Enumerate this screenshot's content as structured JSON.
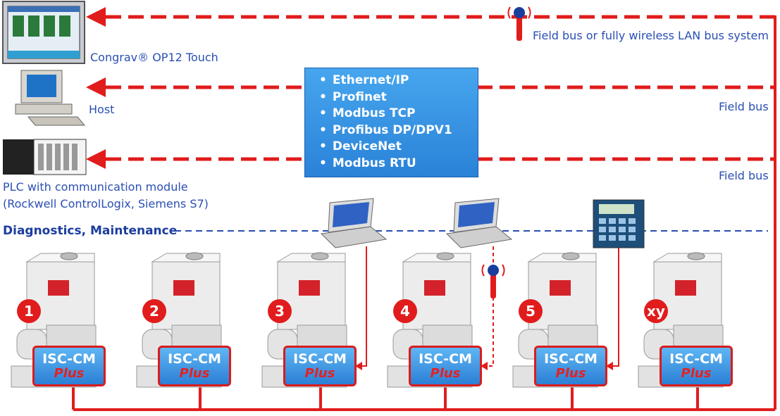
{
  "labels": {
    "op12": "Congrav® OP12 Touch",
    "host": "Host",
    "plc_line1": "PLC with communication module",
    "plc_line2": "(Rockwell ControlLogix, Siemens S7)",
    "diagnostics": "Diagnostics, Maintenance",
    "wireless": "Field bus or fully wireless LAN bus system",
    "fieldbus1": "Field bus",
    "fieldbus2": "Field bus"
  },
  "protocols": [
    "Ethernet/IP",
    "Profinet",
    "Modbus TCP",
    "Profibus DP/DPV1",
    "DeviceNet",
    "Modbus RTU"
  ],
  "feeders": [
    {
      "number": "1",
      "module_line1": "ISC-CM",
      "module_line2": "Plus"
    },
    {
      "number": "2",
      "module_line1": "ISC-CM",
      "module_line2": "Plus"
    },
    {
      "number": "3",
      "module_line1": "ISC-CM",
      "module_line2": "Plus"
    },
    {
      "number": "4",
      "module_line1": "ISC-CM",
      "module_line2": "Plus"
    },
    {
      "number": "5",
      "module_line1": "ISC-CM",
      "module_line2": "Plus"
    },
    {
      "number": "xy",
      "module_line1": "ISC-CM",
      "module_line2": "Plus"
    }
  ],
  "colors": {
    "bus_red": "#e11c1c",
    "diag_blue": "#2a4fb3",
    "protocol_box": "#2a82d8"
  }
}
